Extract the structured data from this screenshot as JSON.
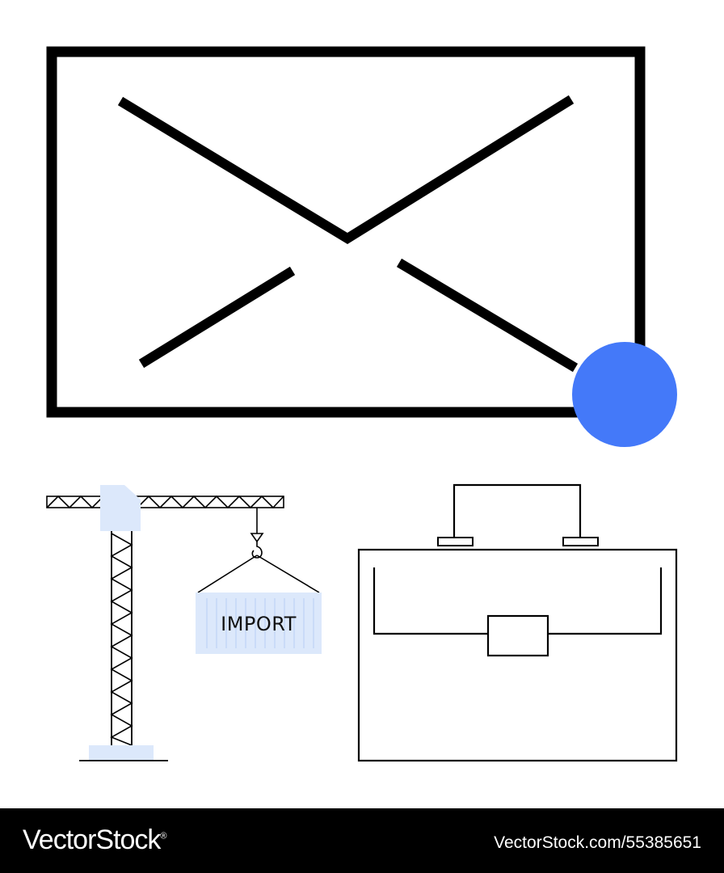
{
  "illustration": {
    "crate_label": "IMPORT",
    "icons": [
      "envelope-icon",
      "notification-dot-icon",
      "tower-crane-icon",
      "shipping-container-icon",
      "briefcase-icon"
    ]
  },
  "colors": {
    "line": "#000000",
    "accent_blue": "#4479f9",
    "light_blue": "#dce8fb",
    "background": "#ffffff",
    "footer_bg": "#000000",
    "footer_text": "#ffffff"
  },
  "footer": {
    "brand": "VectorStock",
    "registered_mark": "®",
    "stock_id": "VectorStock.com/55385651"
  }
}
